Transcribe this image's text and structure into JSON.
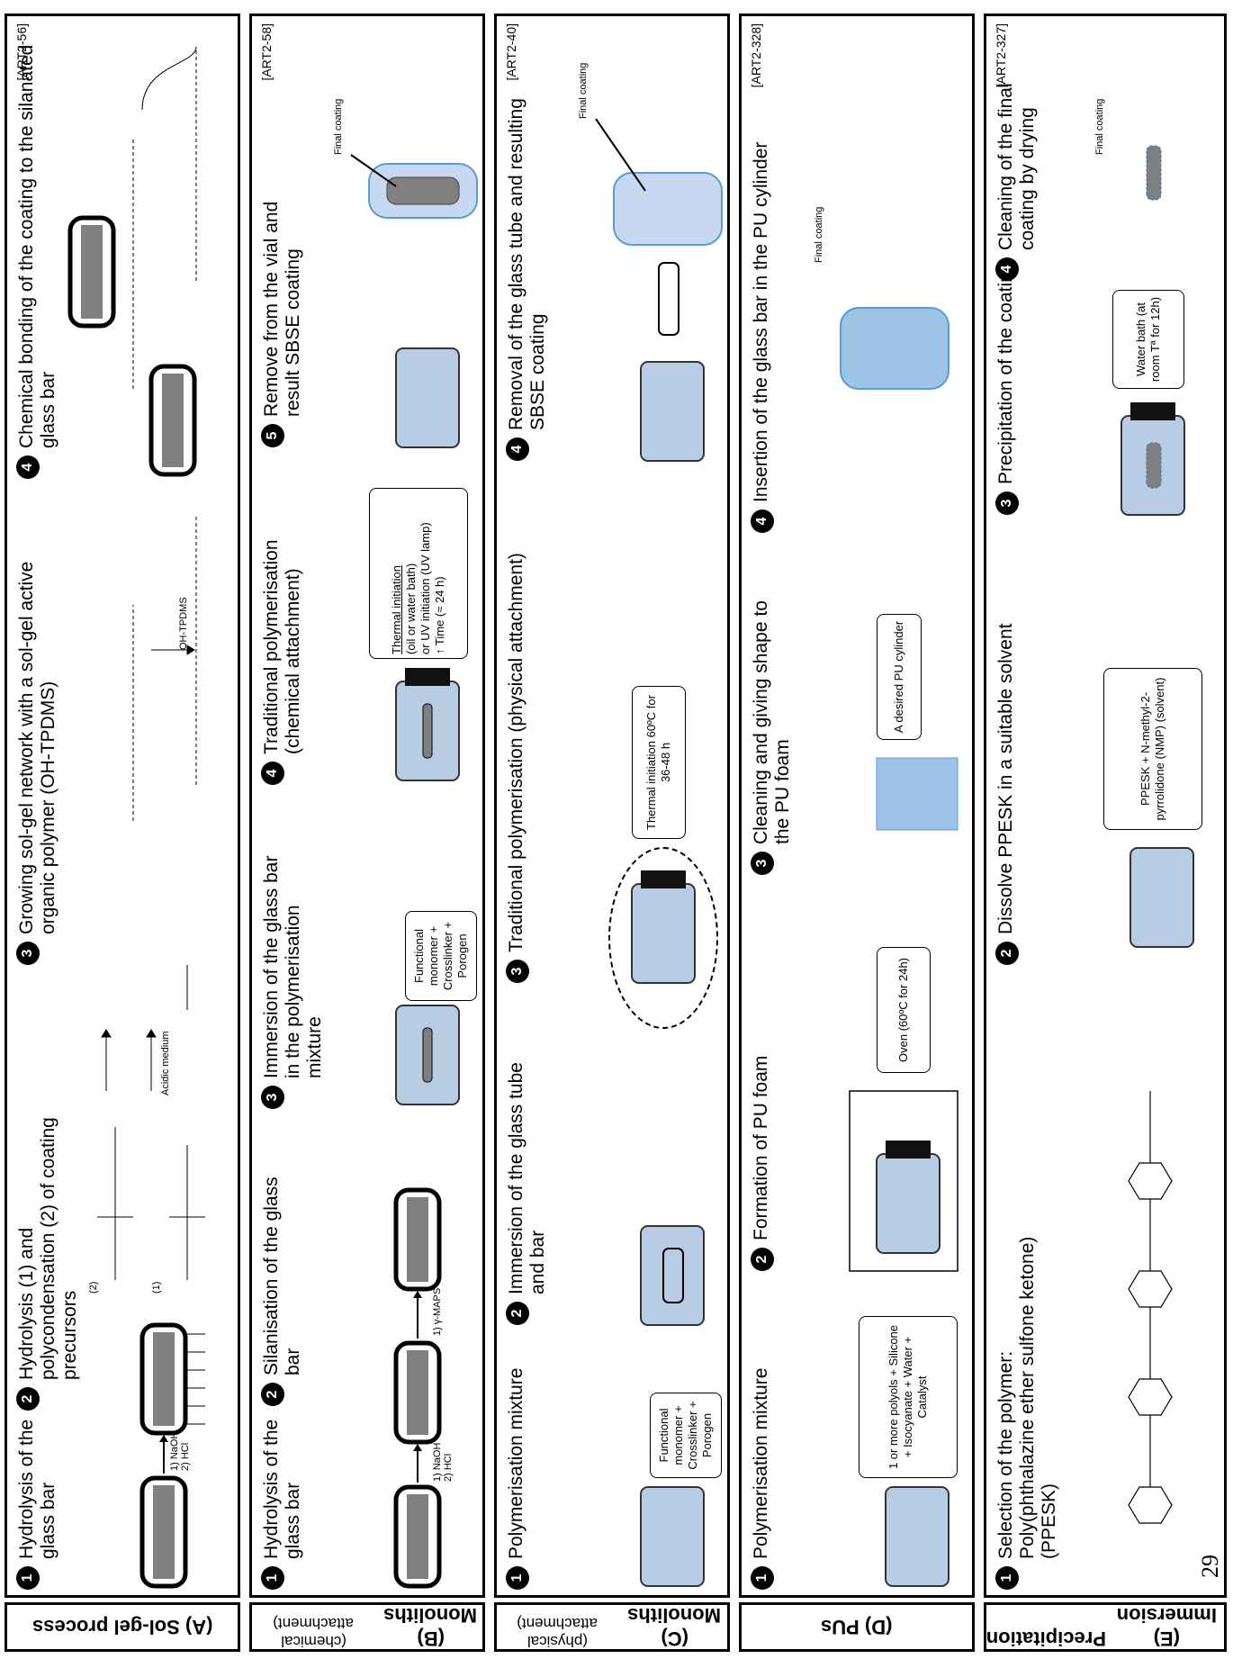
{
  "panels": {
    "A": {
      "title": "(A) Sol-gel process",
      "ref": "[ART2-56]",
      "steps": [
        {
          "num": "1",
          "text": "Hydrolysis of the glass bar"
        },
        {
          "num": "2",
          "text": "Hydrolysis (1) and polycondensation (2) of coating precursors"
        },
        {
          "num": "3",
          "text": "Growing sol-gel network with a sol-gel active organic polymer (OH-TPDMS)"
        },
        {
          "num": "4",
          "text": "Chemical bonding of the coating to the silanated glass bar"
        }
      ],
      "reagents": "1) NaOH\n2) HCl",
      "acidic": "Acidic medium",
      "tpdms": "OH-TPDMS",
      "label1": "(1)",
      "label2": "(2)"
    },
    "B": {
      "title": "(B) Monoliths",
      "subtitle": "(chemical attachment)",
      "ref": "[ART2-58]",
      "steps": [
        {
          "num": "1",
          "text": "Hydrolysis of the glass bar"
        },
        {
          "num": "2",
          "text": "Silanisation of the glass bar"
        },
        {
          "num": "3",
          "text": "Immersion of the glass bar in the polymerisation mixture"
        },
        {
          "num": "4",
          "text": "Traditional polymerisation (chemical attachment)"
        },
        {
          "num": "5",
          "text": "Remove from the vial and result SBSE coating"
        }
      ],
      "reagents": "1) NaOH\n2) HCl",
      "maps": "1) γ-MAPS",
      "mix_box": "Functional monomer + Crosslinker + Porogen",
      "thermal_box_1": "Thermal initiation",
      "thermal_box_2": "(oil or water bath)",
      "thermal_box_3": "or UV initiation (UV lamp)",
      "thermal_box_4": "↑ Time (≈ 24 h)",
      "final": "Final coating"
    },
    "C": {
      "title": "(C) Monoliths",
      "subtitle": "(physical attachment)",
      "ref": "[ART2-40]",
      "steps": [
        {
          "num": "1",
          "text": "Polymerisation mixture"
        },
        {
          "num": "2",
          "text": "Immersion of the glass tube and bar"
        },
        {
          "num": "3",
          "text": "Traditional polymerisation (physical attachment)"
        },
        {
          "num": "4",
          "text": "Removal of the glass tube and resulting SBSE coating"
        }
      ],
      "mix_box": "Functional monomer + Crosslinker + Porogen",
      "thermal_box": "Thermal initiation 60ºC for 36-48 h",
      "final": "Final coating"
    },
    "D": {
      "title": "(D) PUs",
      "ref": "[ART2-328]",
      "steps": [
        {
          "num": "1",
          "text": "Polymerisation mixture"
        },
        {
          "num": "2",
          "text": "Formation of PU foam"
        },
        {
          "num": "3",
          "text": "Cleaning and giving shape to the PU foam"
        },
        {
          "num": "4",
          "text": "Insertion of the glass bar in the PU cylinder"
        }
      ],
      "mix_box": "1 or more polyols + Silicone + Isocyanate + Water + Catalyst",
      "oven_box": "Oven (60ºC for 24h)",
      "cyl_box": "A desired PU cylinder",
      "final": "Final coating"
    },
    "E": {
      "title": "(E) Immersion",
      "subtitle": "Precipitation",
      "ref": "[ART2-327]",
      "steps": [
        {
          "num": "1",
          "text": "Selection of the polymer: Poly(phthalazine ether sulfone ketone) (PPESK)"
        },
        {
          "num": "2",
          "text": "Dissolve PPESK in a suitable solvent"
        },
        {
          "num": "3",
          "text": "Precipitation of the coating"
        },
        {
          "num": "4",
          "text": "Cleaning of the final coating by drying"
        }
      ],
      "solvent_box": "PPESK + N-methyl-2-pyrrolidone (NMP) (solvent)",
      "bath_box": "Water bath (at room Tª for 12h)",
      "final": "Final coating"
    }
  },
  "page_number": "29"
}
